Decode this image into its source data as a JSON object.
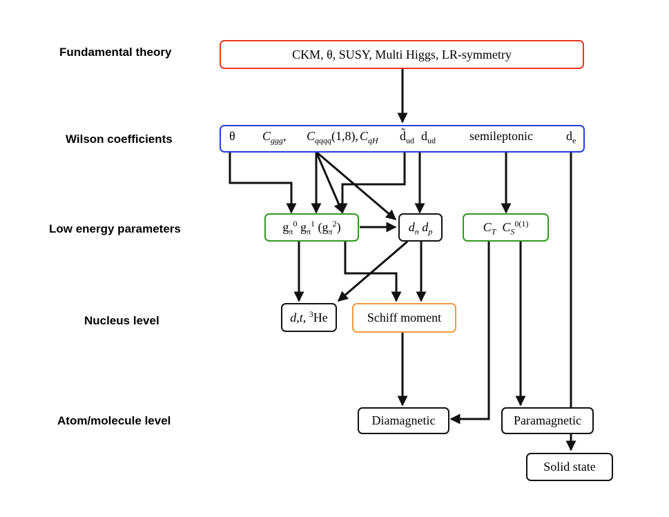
{
  "levels": {
    "fundamental": "Fundamental theory",
    "wilson": "Wilson coefficients",
    "low_energy": "Low energy parameters",
    "nucleus": "Nucleus level",
    "atom": "Atom/molecule level"
  },
  "nodes": {
    "fundamental": "CKM, θ, SUSY, Multi Higgs, LR-symmetry",
    "wilson": {
      "theta": "θ",
      "c_ggg": "C",
      "c_ggg_sub": "ggg",
      "sep1": ",",
      "c_qqqq": "C",
      "c_qqqq_sub": "qqqq",
      "c_qqqq_args": "(1,8),",
      "c_qh": "C",
      "c_qh_sub": "qH",
      "dtilde": "d̃",
      "dtilde_sub": "ud",
      "d": "d",
      "d_sub": "ud",
      "semileptonic": "semileptonic",
      "de": "d",
      "de_sub": "e"
    },
    "pion": {
      "g0": "g",
      "g0_sub": "π",
      "g0_sup": "0",
      "g1": "g",
      "g1_sub": "π",
      "g1_sup": "1",
      "g2_open": "(g",
      "g2_sub": "π",
      "g2_sup": "2",
      "g2_close": ")"
    },
    "nucleon": {
      "dn": "d",
      "dn_sub": "n",
      "dp": "d",
      "dp_sub": "p"
    },
    "ct_cs": {
      "ct": "C",
      "ct_sub": "T",
      "cs": "C",
      "cs_sub": "S",
      "cs_sup": "0(1)"
    },
    "light_nuclei": {
      "dt": "d,t,",
      "he_sup": "3",
      "he": "He"
    },
    "schiff": "Schiff moment",
    "diamagnetic": "Diamagnetic",
    "paramagnetic": "Paramagnetic",
    "solid": "Solid state"
  },
  "colors": {
    "fundamental_border": "#e8361c",
    "wilson_border": "#1f3fe0",
    "low_energy_border": "#2e9a1d",
    "schiff_border": "#f29a3c",
    "default_border": "#111111"
  }
}
